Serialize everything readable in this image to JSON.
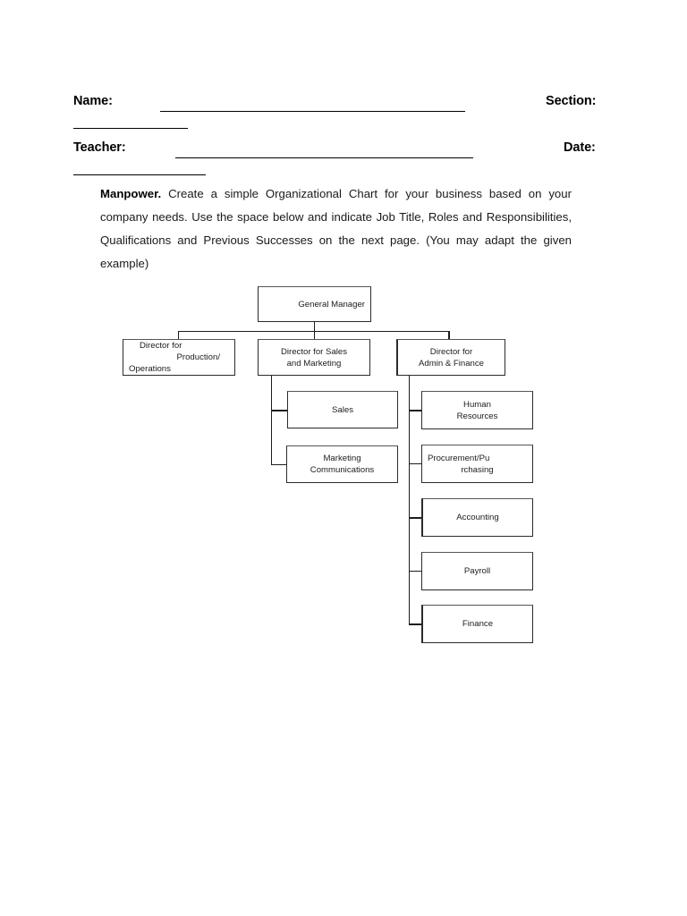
{
  "header": {
    "name_label": "Name:",
    "section_label": "Section:",
    "teacher_label": "Teacher:",
    "date_label": "Date:"
  },
  "instruction": {
    "lead": "Manpower.",
    "body": " Create a simple Organizational Chart for your business based on your company needs. Use the space below and indicate Job Title, Roles and Responsibilities, Qualifications and Previous Successes on the next page. (You may adapt the given example)"
  },
  "chart_data": {
    "type": "diagram",
    "title": "Organizational Chart",
    "root": "General Manager",
    "nodes": {
      "general_manager": "General Manager",
      "dir_production_l1": "Director for",
      "dir_production_l2": "Production/",
      "dir_production_l3": "Operations",
      "dir_sales_l1": "Director for Sales",
      "dir_sales_l2": "and Marketing",
      "dir_admin_l1": "Director for",
      "dir_admin_l2": "Admin & Finance",
      "sales": "Sales",
      "marketing_l1": "Marketing",
      "marketing_l2": "Communications",
      "hr_l1": "Human",
      "hr_l2": "Resources",
      "procurement_l1": "Procurement/Pu",
      "procurement_l2": "rchasing",
      "accounting": "Accounting",
      "payroll": "Payroll",
      "finance": "Finance"
    },
    "edges": [
      [
        "General Manager",
        "Director for Production/Operations"
      ],
      [
        "General Manager",
        "Director for Sales and Marketing"
      ],
      [
        "General Manager",
        "Director for Admin & Finance"
      ],
      [
        "Director for Sales and Marketing",
        "Sales"
      ],
      [
        "Director for Sales and Marketing",
        "Marketing Communications"
      ],
      [
        "Director for Admin & Finance",
        "Human Resources"
      ],
      [
        "Director for Admin & Finance",
        "Procurement/Purchasing"
      ],
      [
        "Director for Admin & Finance",
        "Accounting"
      ],
      [
        "Director for Admin & Finance",
        "Payroll"
      ],
      [
        "Director for Admin & Finance",
        "Finance"
      ]
    ]
  }
}
